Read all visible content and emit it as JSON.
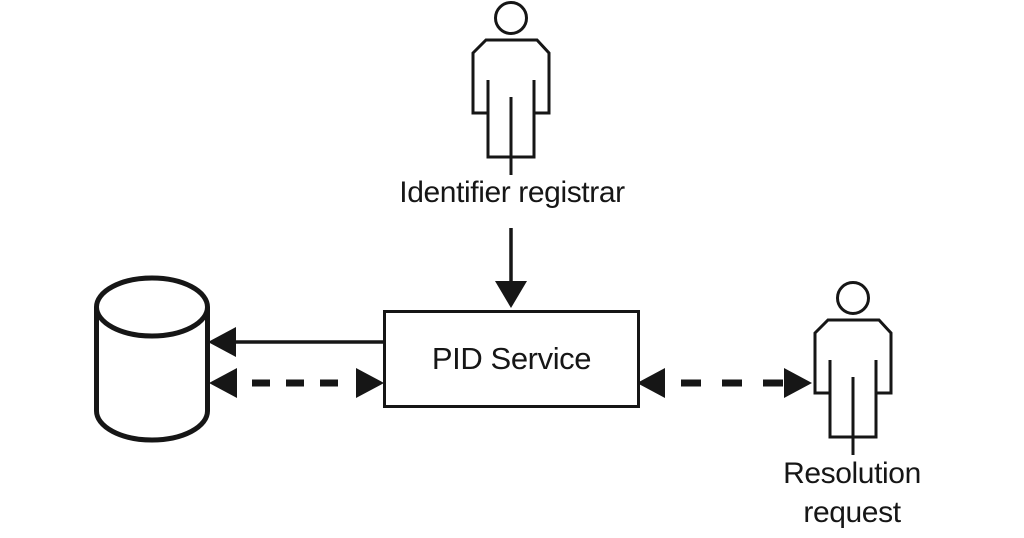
{
  "page": {
    "background": "#ffffff",
    "ink": "#161616"
  },
  "diagram": {
    "nodes": {
      "identifier_registrar": {
        "label": "Identifier registrar",
        "icon": "person-icon"
      },
      "pid_service": {
        "label": "PID Service",
        "shape": "rectangle"
      },
      "database": {
        "icon": "database-cylinder-icon"
      },
      "resolution_request": {
        "label": "Resolution request",
        "icon": "person-icon"
      }
    },
    "edges": [
      {
        "from": "identifier_registrar",
        "to": "pid_service",
        "style": "solid",
        "direction": "one-way"
      },
      {
        "from": "pid_service",
        "to": "database",
        "style": "solid",
        "direction": "one-way"
      },
      {
        "from": "database",
        "to": "pid_service",
        "style": "dashed",
        "direction": "two-way"
      },
      {
        "from": "pid_service",
        "to": "resolution_request",
        "style": "dashed",
        "direction": "two-way"
      }
    ]
  }
}
